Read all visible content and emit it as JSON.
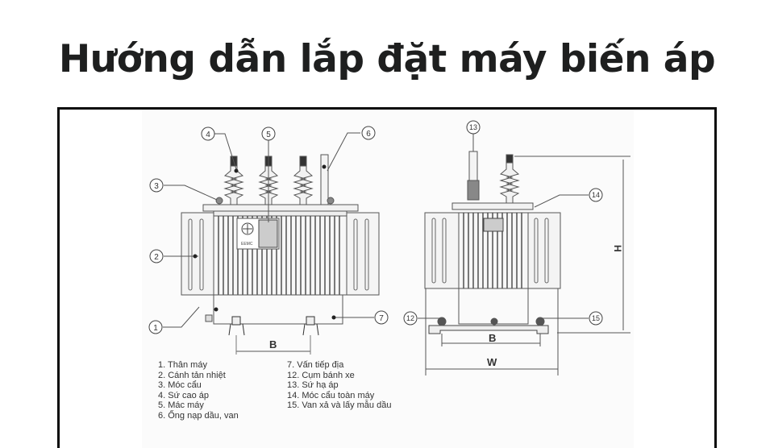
{
  "title": "Hướng dẫn lắp đặt máy biến áp",
  "diagram": {
    "brand_label": "EEMC",
    "dimension_labels": {
      "front_B": "B",
      "side_B": "B",
      "side_W": "W",
      "side_H": "H"
    },
    "callouts_front": [
      "1",
      "2",
      "3",
      "4",
      "5",
      "6",
      "7"
    ],
    "callouts_side": [
      "12",
      "13",
      "14",
      "15"
    ],
    "legend_left": [
      "1. Thân máy",
      "2. Cánh tản nhiệt",
      "3. Móc cẩu",
      "4. Sứ cao áp",
      "5. Mác máy",
      "6. Ống nạp dầu, van"
    ],
    "legend_right": [
      "7. Vấn tiếp địa",
      "12. Cụm bánh xe",
      "13. Sứ hạ áp",
      "14. Móc cẩu toàn máy",
      "15. Van xả và lấy mẫu dầu"
    ]
  }
}
